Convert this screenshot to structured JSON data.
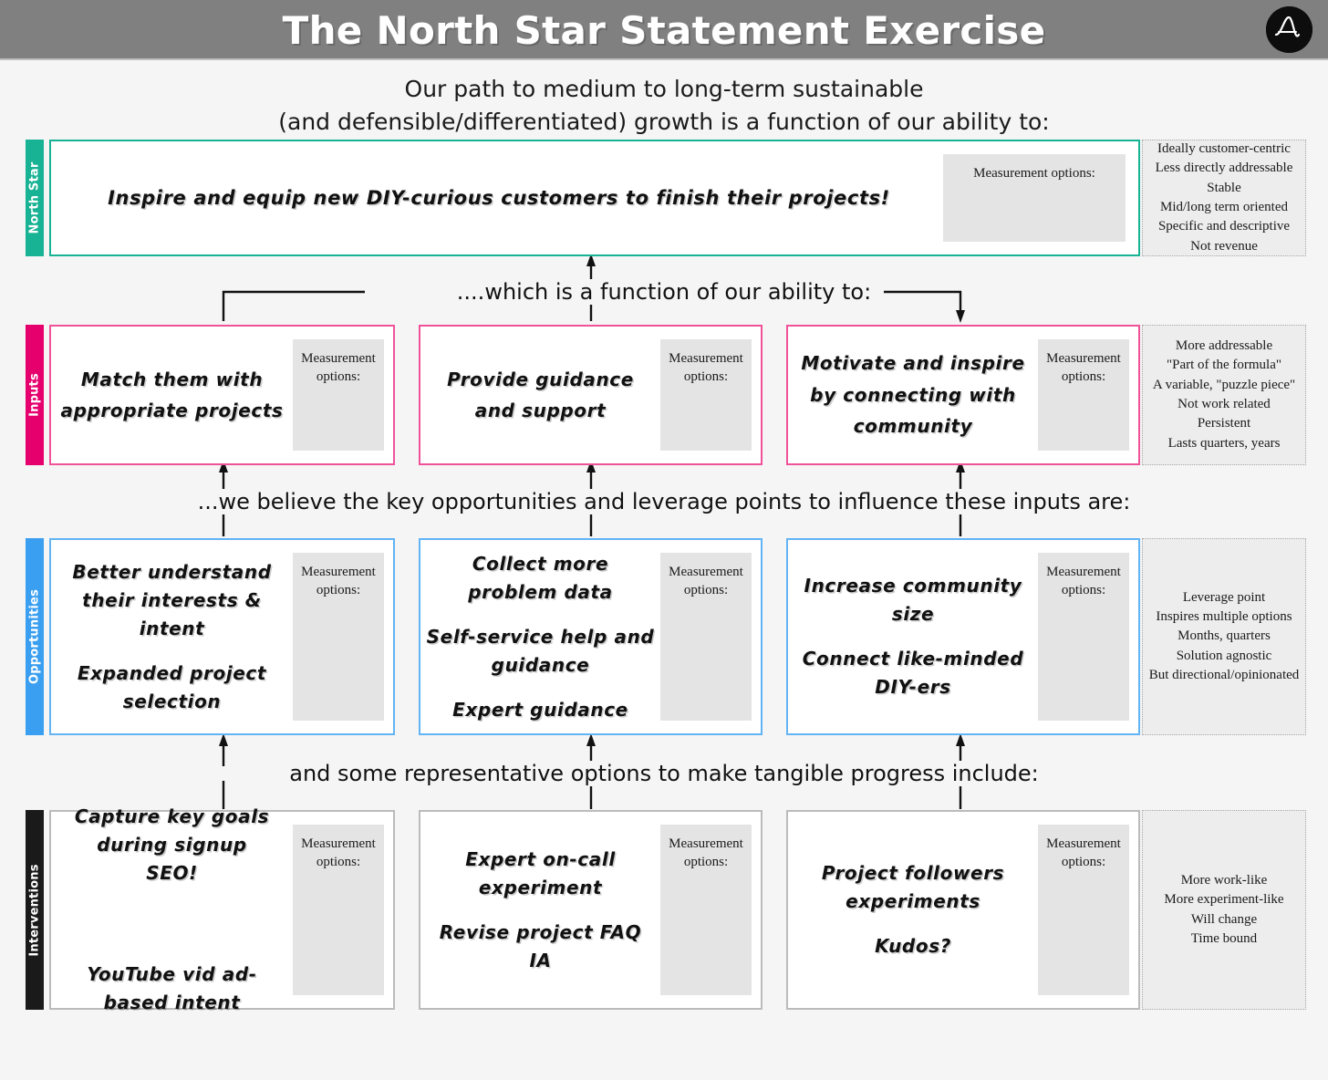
{
  "header": {
    "title": "The North Star Statement Exercise",
    "logo_icon": "amplitude-a-logo-icon"
  },
  "intro": {
    "line1": "Our path to medium to long-term sustainable",
    "line2": "(and defensible/differentiated) growth is a function of our ability to:"
  },
  "connectors": {
    "north_star_to_inputs": "....which is a function of our ability  to:",
    "inputs_to_opportunities": "...we believe the key opportunities and leverage points to influence these inputs are:",
    "opportunities_to_interventions": "and some representative options to make tangible progress include:"
  },
  "measurement_label": "Measurement options:",
  "colors": {
    "header_band": "#808080",
    "north_star": "#18b294",
    "inputs": "#e6006e",
    "opportunities": "#3a9ff0",
    "interventions": "#1a1a1a",
    "page_background": "#f5f5f5",
    "measurement_panel": "#e4e4e4",
    "annotation_panel": "#ededed"
  },
  "rows": [
    {
      "id": "north-star",
      "spine_label": "North Star",
      "spine_color": "#18b294",
      "card_border": "#18b294",
      "cards": [
        {
          "paragraphs": [
            "Inspire and equip new DIY-curious customers to finish their projects!"
          ],
          "measurement_label": "Measurement options:"
        }
      ],
      "annotations": [
        "Ideally customer-centric",
        "Less directly addressable",
        "Stable",
        "Mid/long term oriented",
        "Specific and descriptive",
        "Not revenue"
      ]
    },
    {
      "id": "inputs",
      "spine_label": "Inputs",
      "spine_color": "#e6006e",
      "card_border": "#f0529a",
      "cards": [
        {
          "paragraphs": [
            "Match them with appropriate projects"
          ],
          "measurement_label": "Measurement options:"
        },
        {
          "paragraphs": [
            "Provide guidance and support"
          ],
          "measurement_label": "Measurement options:"
        },
        {
          "paragraphs": [
            "Motivate and inspire by connecting with community"
          ],
          "measurement_label": "Measurement options:"
        }
      ],
      "annotations": [
        "More addressable",
        "\"Part of the formula\"",
        "A variable, \"puzzle piece\"",
        "Not work related",
        "Persistent",
        "Lasts quarters, years"
      ]
    },
    {
      "id": "opportunities",
      "spine_label": "Opportunities",
      "spine_color": "#3a9ff0",
      "card_border": "#62b4f5",
      "cards": [
        {
          "paragraphs": [
            "Better understand their interests & intent",
            "Expanded project selection"
          ],
          "measurement_label": "Measurement options:"
        },
        {
          "paragraphs": [
            "Collect more problem data",
            "Self-service help and guidance",
            "Expert guidance"
          ],
          "measurement_label": "Measurement options:"
        },
        {
          "paragraphs": [
            "Increase community size",
            "Connect like-minded DIY-ers"
          ],
          "measurement_label": "Measurement options:"
        }
      ],
      "annotations": [
        "Leverage point",
        "Inspires multiple options",
        "Months, quarters",
        "Solution agnostic",
        "But directional/opinionated"
      ]
    },
    {
      "id": "interventions",
      "spine_label": "Interventions",
      "spine_color": "#1a1a1a",
      "card_border": "#bbbbbb",
      "cards": [
        {
          "paragraphs": [
            "Capture key goals during signup        SEO!",
            "YouTube vid ad-based intent"
          ],
          "measurement_label": "Measurement options:"
        },
        {
          "paragraphs": [
            "Expert on-call experiment",
            "Revise project FAQ IA"
          ],
          "measurement_label": "Measurement options:"
        },
        {
          "paragraphs": [
            "Project followers experiments",
            "Kudos?"
          ],
          "measurement_label": "Measurement options:"
        }
      ],
      "annotations": [
        "More work-like",
        "More experiment-like",
        "Will change",
        "Time bound"
      ]
    }
  ]
}
